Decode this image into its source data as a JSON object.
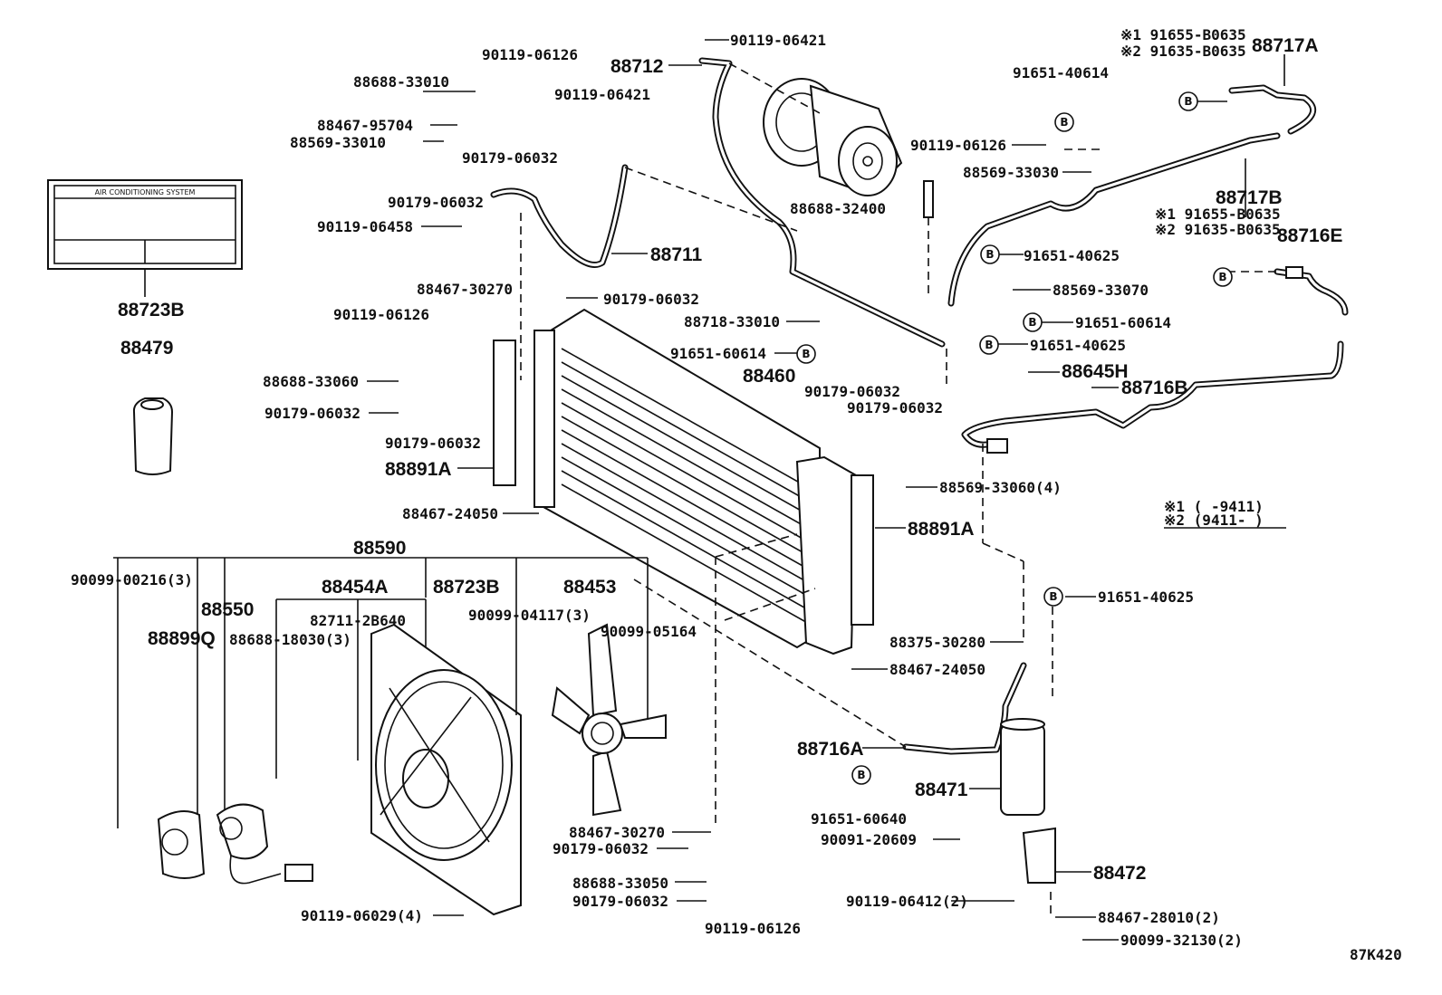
{
  "label_box": {
    "text": "AIR CONDITIONING SYSTEM"
  },
  "footer": {
    "code": "87K420"
  },
  "legend": {
    "row1": "※1 (      -9411)",
    "row2": "※2 (9411-      )"
  },
  "callouts": {
    "B": "B"
  },
  "parts": {
    "p90119_06421_top": "90119-06421",
    "p88712": "88712",
    "p90119_06126_top": "90119-06126",
    "p88688_33010": "88688-33010",
    "p90119_06421_mid": "90119-06421",
    "p88467_95704": "88467-95704",
    "p88569_33010": "88569-33010",
    "p90179_06032_a": "90179-06032",
    "p90179_06032_b": "90179-06032",
    "p90119_06458": "90119-06458",
    "p88711": "88711",
    "p88723B_top": "88723B",
    "p88479": "88479",
    "p88467_30270_top": "88467-30270",
    "p90179_06032_c": "90179-06032",
    "p90119_06126_left": "90119-06126",
    "p88688_33060": "88688-33060",
    "p90179_06032_d": "90179-06032",
    "p90179_06032_e": "90179-06032",
    "p88891A_left": "88891A",
    "p88467_24050_left": "88467-24050",
    "p88718_33010": "88718-33010",
    "p91651_60614_mid": "91651-60614",
    "p88460": "88460",
    "p90179_06032_f": "90179-06032",
    "p90179_06032_g": "90179-06032",
    "p88688_32400": "88688-32400",
    "p91651_40614": "91651-40614",
    "p90119_06126_right": "90119-06126",
    "p88569_33030": "88569-33030",
    "p91655_B0635_a": "※1 91655-B0635",
    "p91635_B0635_a": "※2 91635-B0635",
    "p88717A": "88717A",
    "p88717B": "88717B",
    "p91655_B0635_b": "※1 91655-B0635",
    "p91635_B0635_b": "※2 91635-B0635",
    "p88716E": "88716E",
    "p91651_40625_a": "91651-40625",
    "p88569_33070": "88569-33070",
    "p91651_60614_right": "91651-60614",
    "p91651_40625_b": "91651-40625",
    "p88645H": "88645H",
    "p88716B": "88716B",
    "p88569_33060": "88569-33060(4)",
    "p88891A_right": "88891A",
    "p91651_40625_c": "91651-40625",
    "p88375_30280": "88375-30280",
    "p88467_24050_right": "88467-24050",
    "p88716A": "88716A",
    "p88471": "88471",
    "p91651_60640": "91651-60640",
    "p90091_20609": "90091-20609",
    "p88472": "88472",
    "p90119_06412": "90119-06412(2)",
    "p88467_28010": "88467-28010(2)",
    "p90099_32130": "90099-32130(2)",
    "p88590": "88590",
    "p90099_00216": "90099-00216(3)",
    "p88550": "88550",
    "p88899Q": "88899Q",
    "p88454A": "88454A",
    "p82711_2B640": "82711-2B640",
    "p88688_18030": "88688-18030(3)",
    "p88723B_mid": "88723B",
    "p88453": "88453",
    "p90099_04117": "90099-04117(3)",
    "p90099_05164": "90099-05164",
    "p88467_30270_bot": "88467-30270",
    "p90179_06032_h": "90179-06032",
    "p88688_33050": "88688-33050",
    "p90179_06032_i": "90179-06032",
    "p90119_06126_bot": "90119-06126",
    "p90119_06029": "90119-06029(4)"
  }
}
